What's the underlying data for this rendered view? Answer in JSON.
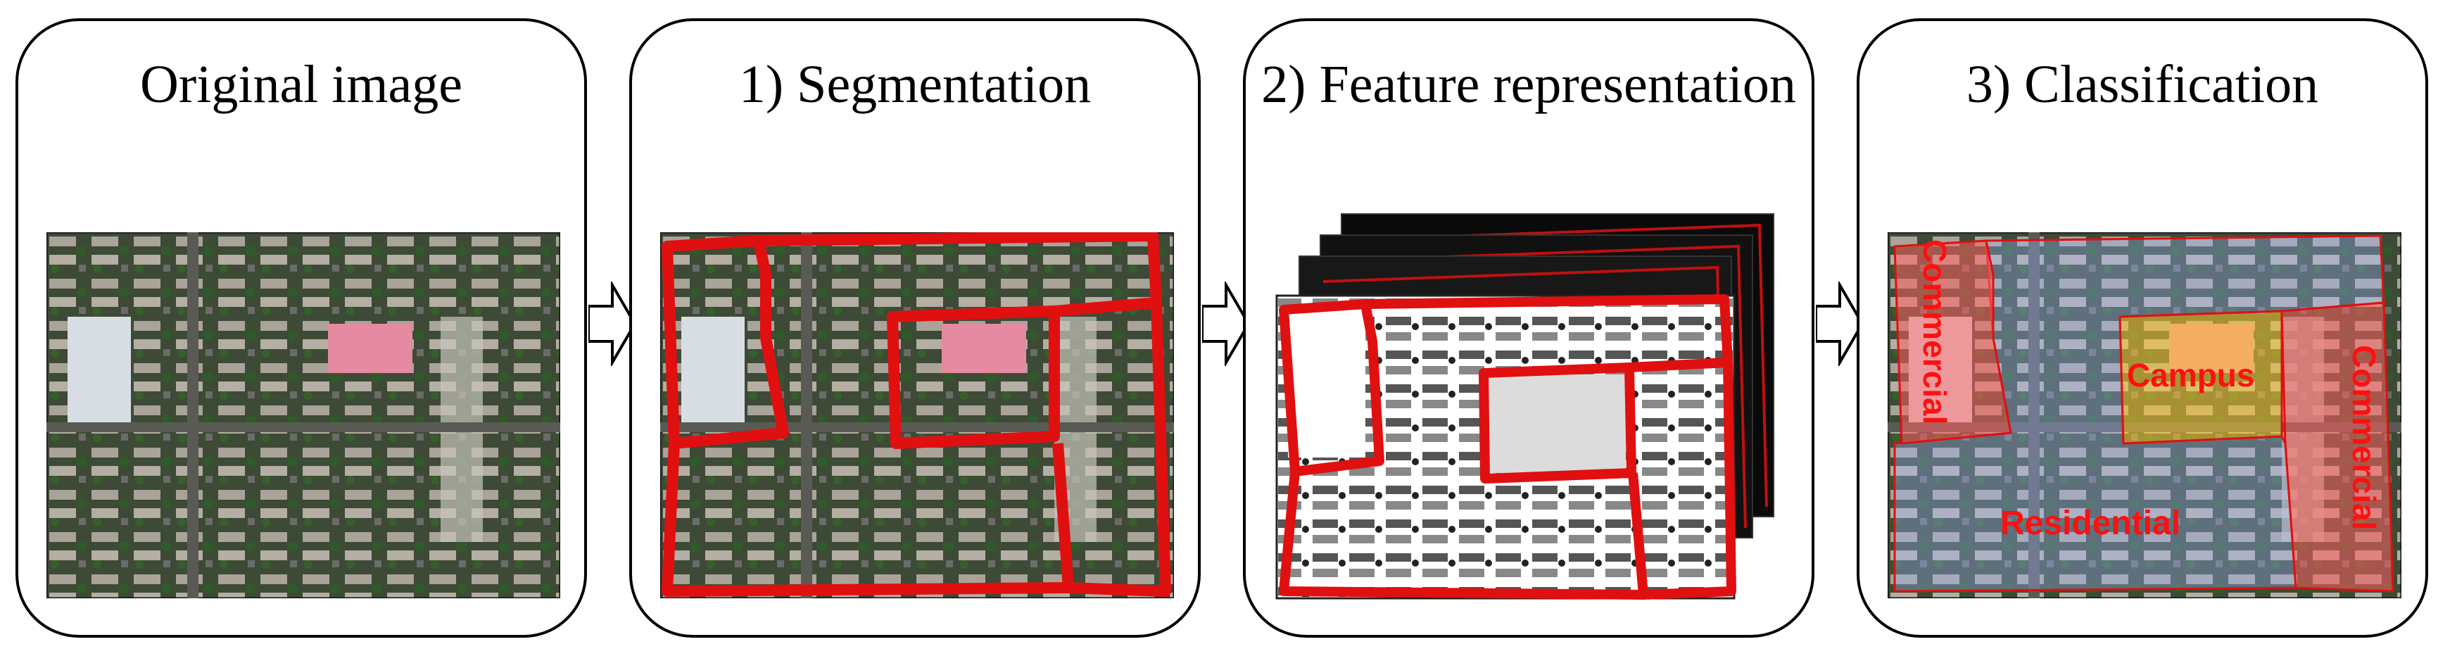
{
  "panels": [
    {
      "title": "Original image"
    },
    {
      "title": "1) Segmentation"
    },
    {
      "title": "2) Feature representation"
    },
    {
      "title": "3) Classification"
    }
  ],
  "classification_labels": {
    "commercial_left": "Commercial",
    "campus": "Campus",
    "commercial_right": "Commercial",
    "residential": "Residential"
  },
  "colors": {
    "segment_outline": "#e01010",
    "label_text": "#ff1010",
    "commercial_fill": "#ff6060",
    "campus_fill": "#ffcc33",
    "residential_fill": "#9fb7ff"
  }
}
